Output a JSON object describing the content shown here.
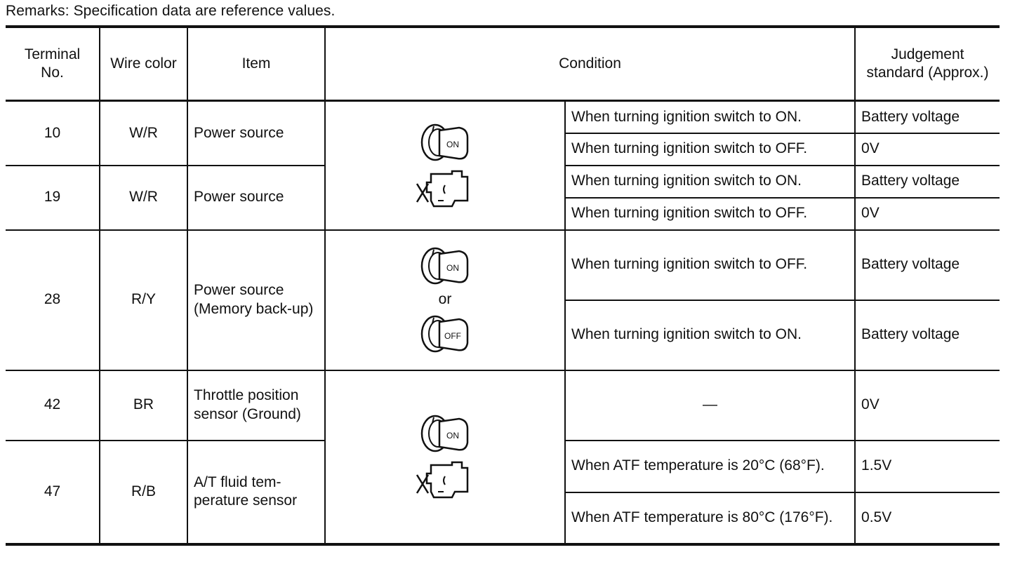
{
  "remarks": "Remarks: Specification data are reference values.",
  "headers": {
    "terminal_no": "Terminal No.",
    "wire_color": "Wire color",
    "item": "Item",
    "condition": "Condition",
    "judgement": "Judgement standard (Approx.)"
  },
  "icons": {
    "key_on_label": "ON",
    "key_off_label": "OFF",
    "or_text": "or"
  },
  "rows": {
    "r10": {
      "terminal": "10",
      "wire": "W/R",
      "item": "Power source",
      "c1": "When turning ignition switch to ON.",
      "j1": "Battery voltage",
      "c2": "When turning ignition switch to OFF.",
      "j2": "0V"
    },
    "r19": {
      "terminal": "19",
      "wire": "W/R",
      "item": "Power source",
      "c1": "When turning ignition switch to ON.",
      "j1": "Battery voltage",
      "c2": "When turning ignition switch to OFF.",
      "j2": "0V"
    },
    "r28": {
      "terminal": "28",
      "wire": "R/Y",
      "item": "Power source (Memory back-up)",
      "c1": "When turning ignition switch to OFF.",
      "j1": "Battery voltage",
      "c2": "When turning ignition switch to ON.",
      "j2": "Battery voltage"
    },
    "r42": {
      "terminal": "42",
      "wire": "BR",
      "item": "Throttle position sensor (Ground)",
      "c1": "—",
      "j1": "0V"
    },
    "r47": {
      "terminal": "47",
      "wire": "R/B",
      "item": "A/T fluid tem-perature sensor",
      "c1": "When ATF temperature is 20°C (68°F).",
      "j1": "1.5V",
      "c2": "When ATF temperature is 80°C (176°F).",
      "j2": "0.5V"
    }
  }
}
